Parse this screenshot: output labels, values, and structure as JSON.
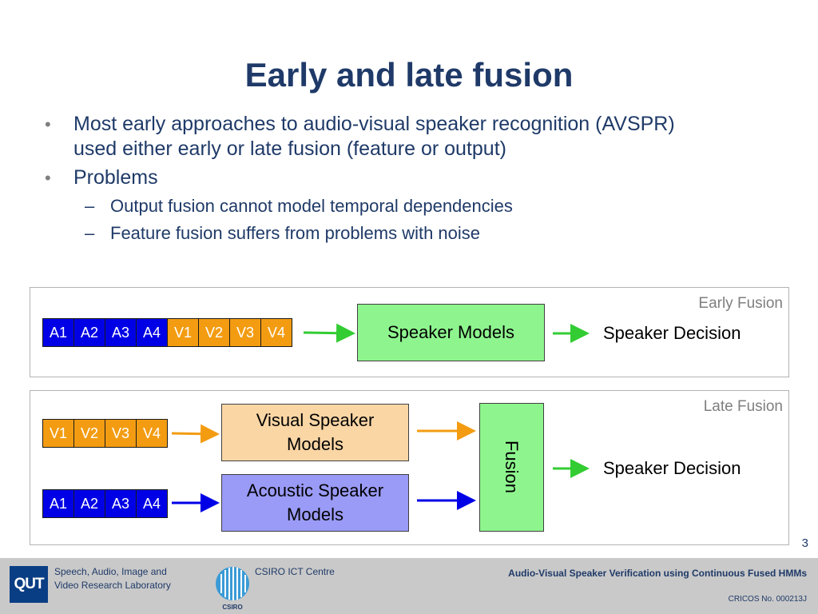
{
  "slide": {
    "title": "Early and late fusion",
    "page_number": "3"
  },
  "bullets": [
    {
      "mark": "•",
      "lines": [
        "Most early approaches to audio-visual speaker recognition (AVSPR)",
        "used either early or late fusion (feature or output)"
      ]
    },
    {
      "mark": "•",
      "lines": [
        "Problems"
      ]
    }
  ],
  "subbullets": [
    {
      "mark": "–",
      "text": "Output fusion cannot model temporal dependencies"
    },
    {
      "mark": "–",
      "text": "Feature fusion suffers from problems with noise"
    }
  ],
  "early": {
    "label": "Early Fusion",
    "cells": [
      "A1",
      "A2",
      "A3",
      "A4",
      "V1",
      "V2",
      "V3",
      "V4"
    ],
    "models": "Speaker Models",
    "decision": "Speaker Decision"
  },
  "late": {
    "label": "Late Fusion",
    "visual_cells": [
      "V1",
      "V2",
      "V3",
      "V4"
    ],
    "acoustic_cells": [
      "A1",
      "A2",
      "A3",
      "A4"
    ],
    "visual_models": [
      "Visual Speaker",
      "Models"
    ],
    "acoustic_models": [
      "Acoustic Speaker",
      "Models"
    ],
    "fusion": "Fusion",
    "decision": "Speaker Decision"
  },
  "colors": {
    "audio": "#0000e6",
    "visual": "#f39c12",
    "green_arrow": "#33cc33",
    "orange_arrow": "#f39c12",
    "blue_arrow": "#0000e6"
  },
  "footer": {
    "logo_text": "QUT",
    "lab": [
      "Speech, Audio, Image and",
      "Video Research Laboratory"
    ],
    "csiro_centre": "CSIRO ICT Centre",
    "csiro_logo_text": "CSIRO",
    "presentation_title": "Audio-Visual Speaker Verification using Continuous Fused HMMs",
    "cricos": "CRICOS No. 000213J"
  }
}
